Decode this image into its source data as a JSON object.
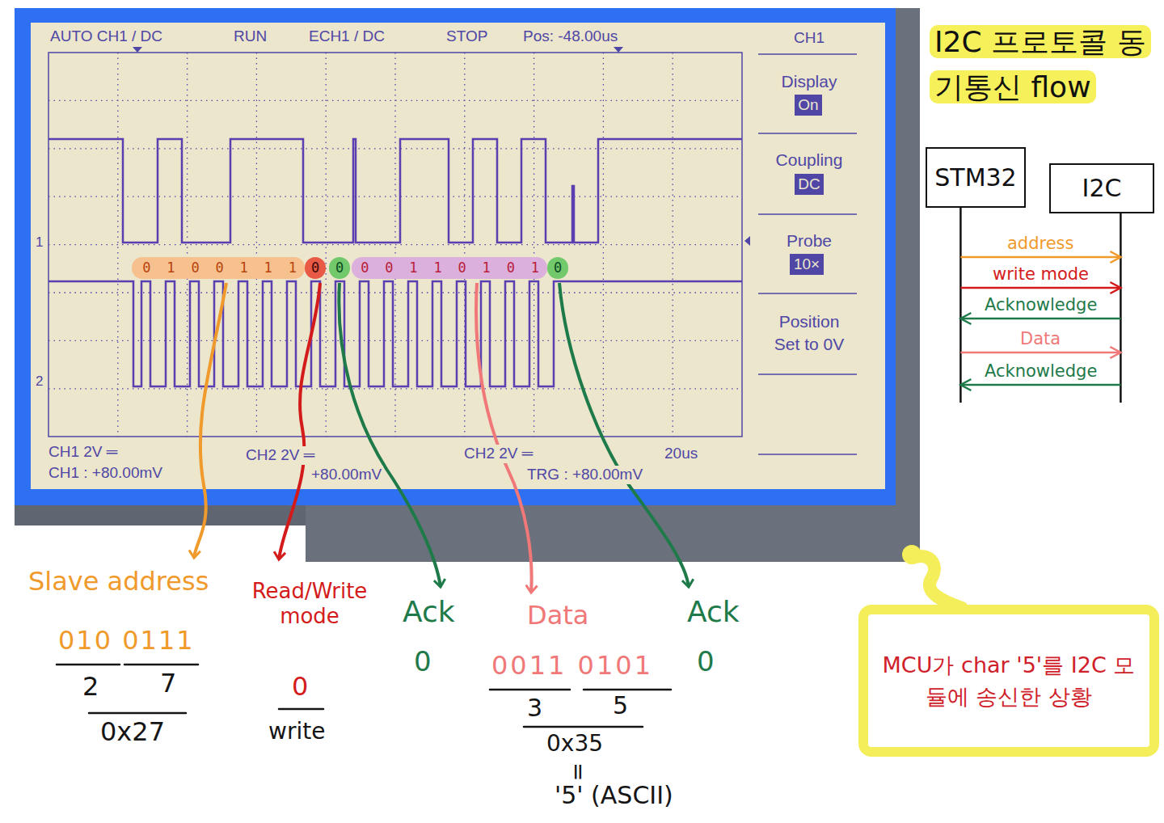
{
  "diagram": {
    "title": "I2C 프로토콜 동기통신 flow",
    "nodes": [
      {
        "text": [
          "0 1 0 0 1 1 1"
        ]
      },
      {
        "text": [
          "0"
        ]
      },
      {
        "text": [
          "0"
        ]
      },
      {
        "text": [
          "0 0 1 1 0 1 0 1"
        ]
      },
      {
        "text": [
          "0"
        ]
      },
      {
        "text": [
          "On"
        ]
      },
      {
        "text": [
          "DC"
        ]
      },
      {
        "text": [
          "10×"
        ]
      },
      {
        "text": [
          "STM32"
        ]
      },
      {
        "text": [
          "I2C"
        ]
      },
      {
        "text": [
          "MCU가 char '5'를 I2C 모듈에 송신한 상황"
        ]
      }
    ],
    "edges": [
      {
        "from": 8,
        "to": 9,
        "label": "address",
        "arrow": "to"
      },
      {
        "from": 8,
        "to": 9,
        "label": "write mode",
        "arrow": "to"
      },
      {
        "from": 9,
        "to": 8,
        "label": "Acknowledge",
        "arrow": "to"
      },
      {
        "from": 8,
        "to": 9,
        "label": "Data",
        "arrow": "to"
      },
      {
        "from": 9,
        "to": 8,
        "label": "Acknowledge",
        "arrow": "to"
      }
    ],
    "labels": [
      "AUTO CH1 / DC",
      "RUN",
      "ECH1 / DC",
      "STOP",
      "Pos: -48.00us",
      "CH1",
      "Display",
      "Coupling",
      "Probe",
      "Position",
      "Set to 0V",
      "1",
      "2",
      "CH1 2V ═",
      "CH1 : +80.00mV",
      "CH2 2V ═",
      "+80.00mV",
      "CH2 2V ═",
      "TRG : +80.00mV",
      "20us",
      "Slave address",
      "010 0111",
      "2",
      "7",
      "0x27",
      "Read/Write mode",
      "0",
      "write",
      "Ack",
      "0",
      "Data",
      "0011 0101",
      "3",
      "5",
      "0x35",
      "=",
      "'5' (ASCII)",
      "Ack",
      "0"
    ]
  }
}
